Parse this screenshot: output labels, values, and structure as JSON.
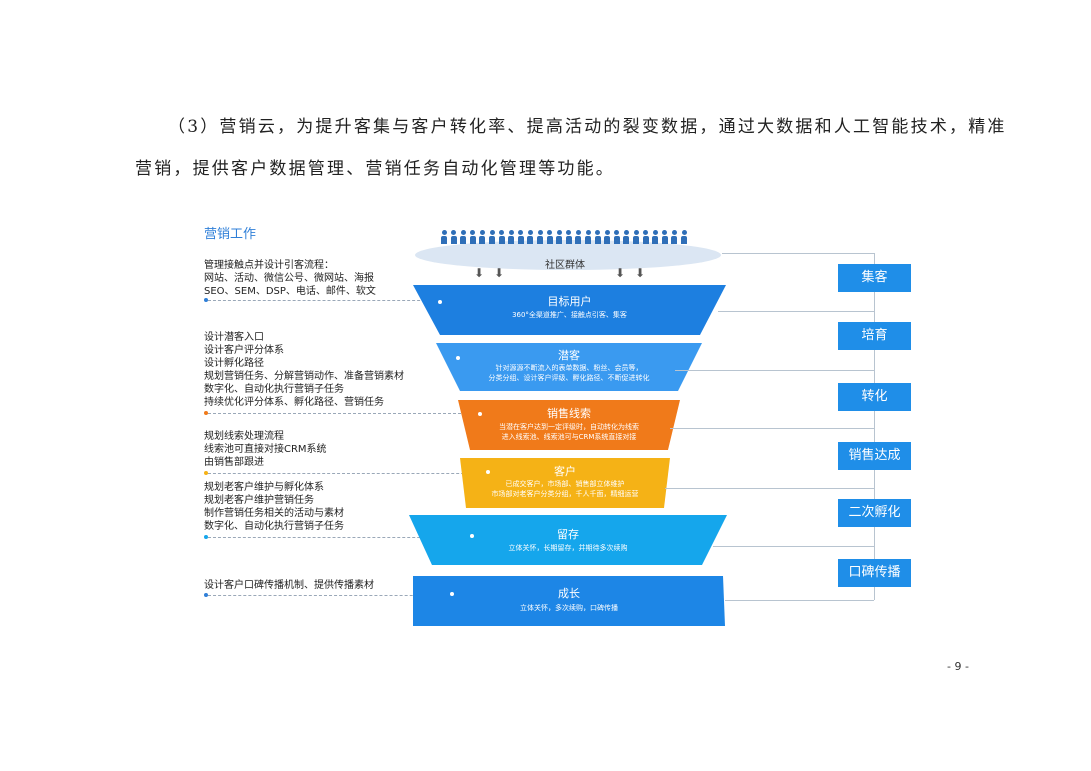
{
  "paragraph": {
    "line1": "（3）营销云，为提升客集与客户转化率、提高活动的裂变数据，通过大数据和人工智能技术，精准",
    "line2": "营销，提供客户数据管理、营销任务自动化管理等功能。"
  },
  "figure": {
    "title": "营销工作",
    "crowd_label": "社区群体",
    "left_notes": [
      [
        "管理接触点并设计引客流程：",
        "网站、活动、微信公号、微网站、海报",
        "SEO、SEM、DSP、电话、邮件、软文"
      ],
      [
        "设计潜客入口",
        "设计客户评分体系",
        "设计孵化路径",
        "规划营销任务、分解营销动作、准备营销素材",
        "数字化、自动化执行营销子任务",
        "持续优化评分体系、孵化路径、营销任务"
      ],
      [
        "规划线索处理流程",
        "线索池可直接对接CRM系统",
        "由销售部跟进"
      ],
      [
        "规划老客户维护与孵化体系",
        "规划老客户维护营销任务",
        "制作营销任务相关的活动与素材",
        "数字化、自动化执行营销子任务"
      ],
      [
        "设计客户口碑传播机制、提供传播素材"
      ]
    ],
    "funnel": [
      {
        "title": "目标用户",
        "sub": [
          "360°全渠道推广、接触点引客、集客"
        ],
        "color": "#1d7fe0"
      },
      {
        "title": "潜客",
        "sub": [
          "针对源源不断流入的表单数据、粉丝、会员等，",
          "分类分组、设计客户评级、孵化路径、不断促进转化"
        ],
        "color": "#3a9af0"
      },
      {
        "title": "销售线索",
        "sub": [
          "当潜在客户达到一定评级时，自动转化为线索",
          "进入线索池、线索池可与CRM系统直接对接"
        ],
        "color": "#f07a1a"
      },
      {
        "title": "客户",
        "sub": [
          "已成交客户，市场部、销售部立体维护",
          "市场部对老客户分类分组，千人千面，精细运营"
        ],
        "color": "#f5b216"
      },
      {
        "title": "留存",
        "sub": [
          "立体关怀，长期留存，并期待多次续购"
        ],
        "color": "#15a6ec"
      },
      {
        "title": "成长",
        "sub": [
          "立体关怀，多次续购，口碑传播"
        ],
        "color": "#1d86e6"
      }
    ],
    "stages": [
      "集客",
      "培育",
      "转化",
      "销售达成",
      "二次孵化",
      "口碑传播"
    ],
    "colors": {
      "accent": "#1f8ee8",
      "title": "#2f7fd8"
    }
  },
  "page_number": "- 9 -"
}
